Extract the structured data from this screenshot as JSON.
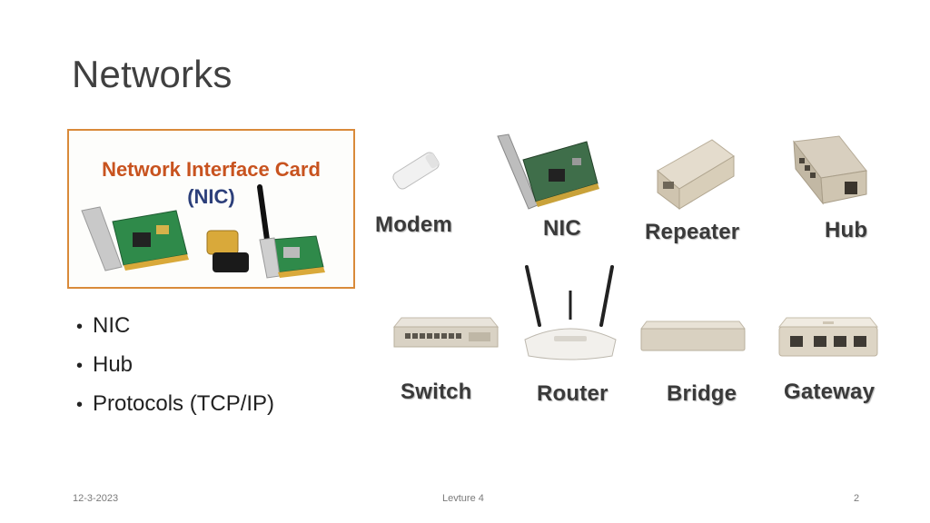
{
  "slide": {
    "title": "Networks",
    "nic_image": {
      "heading": "Network Interface Card",
      "subheading": "(NIC)"
    },
    "bullets": [
      "NIC",
      "Hub",
      "Protocols (TCP/IP)"
    ],
    "devices": [
      {
        "label": "Modem",
        "icon": "modem-icon"
      },
      {
        "label": "NIC",
        "icon": "nic-icon"
      },
      {
        "label": "Repeater",
        "icon": "repeater-icon"
      },
      {
        "label": "Hub",
        "icon": "hub-icon"
      },
      {
        "label": "Switch",
        "icon": "switch-icon"
      },
      {
        "label": "Router",
        "icon": "router-icon"
      },
      {
        "label": "Bridge",
        "icon": "bridge-icon"
      },
      {
        "label": "Gateway",
        "icon": "gateway-icon"
      }
    ],
    "footer": {
      "date": "12-3-2023",
      "center": "Levture 4",
      "page": "2"
    },
    "colors": {
      "nic_border": "#d98a3a",
      "nic_heading": "#c8531f",
      "nic_subheading": "#2c3f7a"
    }
  }
}
